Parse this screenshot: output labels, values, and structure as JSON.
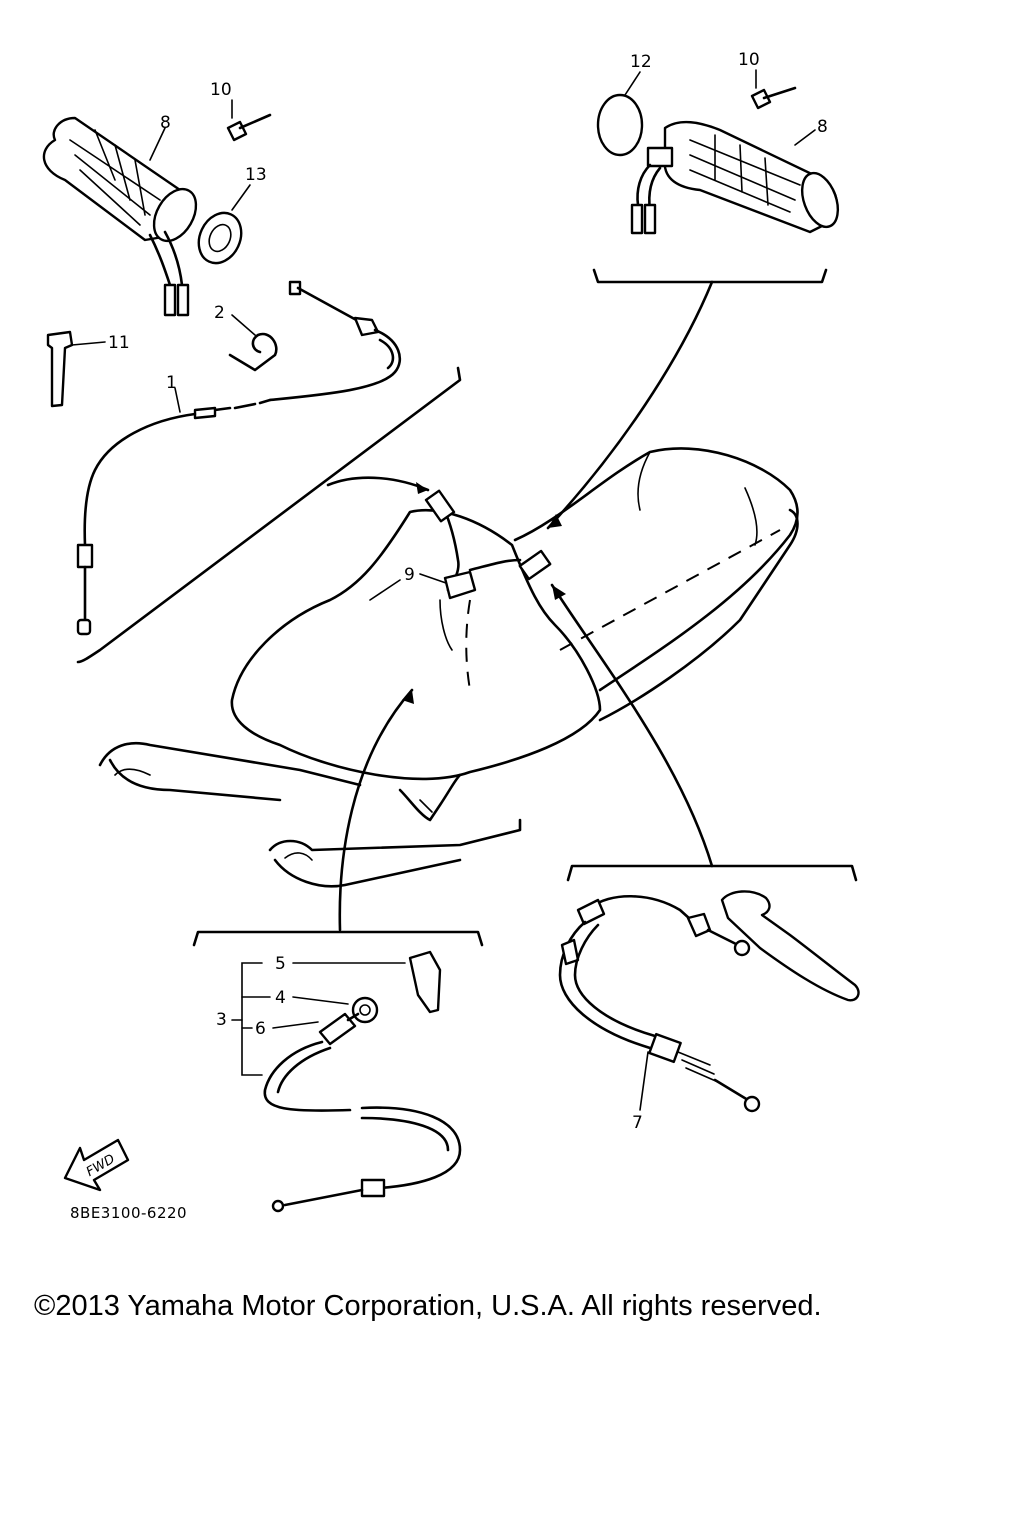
{
  "diagram": {
    "callouts": {
      "c1": "1",
      "c2": "2",
      "c3": "3",
      "c4": "4",
      "c5": "5",
      "c6": "6",
      "c7": "7",
      "c8_left": "8",
      "c8_right": "8",
      "c9": "9",
      "c10_left": "10",
      "c10_right": "10",
      "c11": "11",
      "c12": "12",
      "c13": "13"
    },
    "fwd_label": "FWD",
    "part_code": "8BE3100-6220"
  },
  "footer": {
    "copyright": "©2013 Yamaha Motor Corporation, U.S.A. All rights reserved."
  }
}
